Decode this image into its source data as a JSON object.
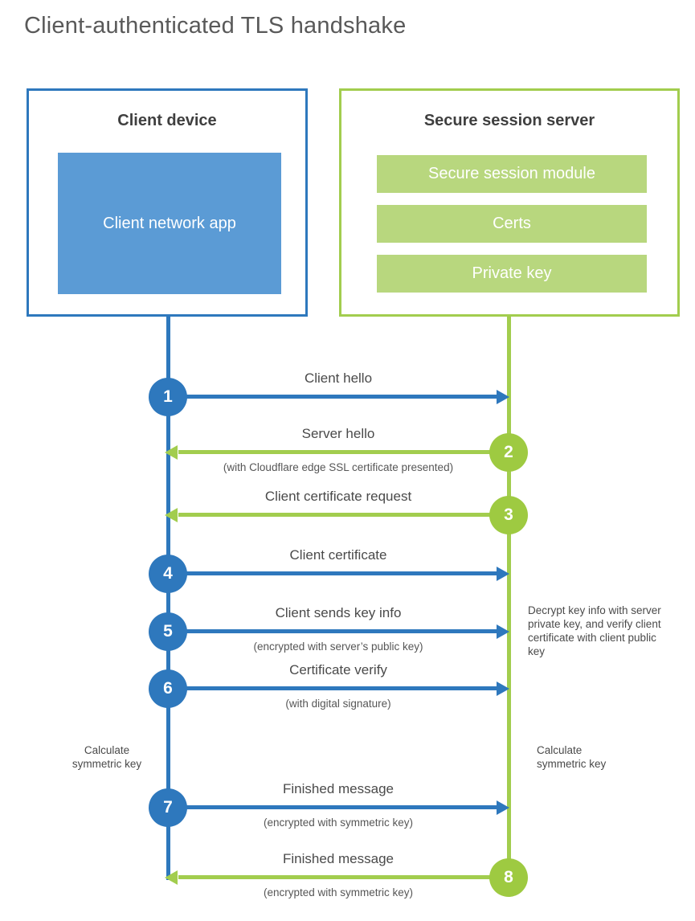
{
  "title": "Client-authenticated TLS handshake",
  "client_box": {
    "title": "Client device",
    "app_label": "Client network app"
  },
  "server_box": {
    "title": "Secure session server",
    "modules": [
      "Secure session module",
      "Certs",
      "Private key"
    ]
  },
  "steps": [
    {
      "num": "1",
      "label": "Client hello",
      "sub": "",
      "direction": "right",
      "from": "client",
      "color": "#2e78bd"
    },
    {
      "num": "2",
      "label": "Server hello",
      "sub": "(with Cloudflare edge SSL certificate presented)",
      "direction": "left",
      "from": "server",
      "color": "#9eca41"
    },
    {
      "num": "3",
      "label": "Client certificate request",
      "sub": "",
      "direction": "left",
      "from": "server",
      "color": "#9eca41"
    },
    {
      "num": "4",
      "label": "Client certificate",
      "sub": "",
      "direction": "right",
      "from": "client",
      "color": "#2e78bd"
    },
    {
      "num": "5",
      "label": "Client sends key info",
      "sub": "(encrypted with server’s public key)",
      "direction": "right",
      "from": "client",
      "color": "#2e78bd"
    },
    {
      "num": "6",
      "label": "Certificate verify",
      "sub": "(with digital signature)",
      "direction": "right",
      "from": "client",
      "color": "#2e78bd"
    },
    {
      "num": "7",
      "label": "Finished message",
      "sub": "(encrypted with symmetric key)",
      "direction": "right",
      "from": "client",
      "color": "#2e78bd"
    },
    {
      "num": "8",
      "label": "Finished message",
      "sub": "(encrypted with symmetric key)",
      "direction": "left",
      "from": "server",
      "color": "#9eca41"
    }
  ],
  "annotations": {
    "server_note": "Decrypt key info with server private key, and verify client certificate with client public key",
    "calc_left": "Calculate symmetric key",
    "calc_right": "Calculate symmetric key"
  },
  "colors": {
    "blue": "#2e78bd",
    "blue_fill": "#5b9bd5",
    "green_line": "#a2cd4e",
    "green_circle": "#9eca41",
    "green_fill": "#b8d77e",
    "title_text": "#595959",
    "label_text": "#4a4a4a"
  }
}
